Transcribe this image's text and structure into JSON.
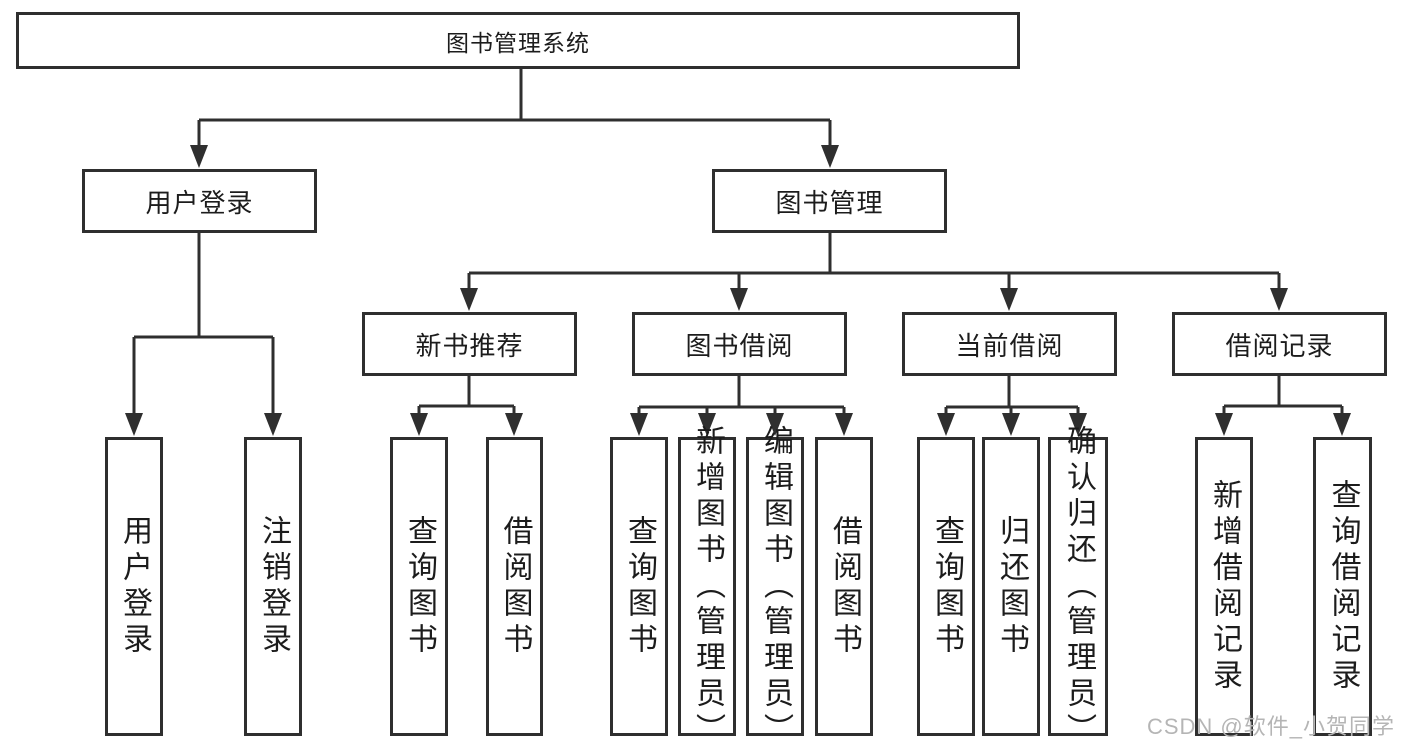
{
  "root": {
    "label": "图书管理系统"
  },
  "level2": {
    "user_login": "用户登录",
    "book_management": "图书管理"
  },
  "level3": {
    "new_book_recommend": "新书推荐",
    "book_borrow": "图书借阅",
    "current_borrow": "当前借阅",
    "borrow_records": "借阅记录"
  },
  "leaves": {
    "user_login_group": [
      "用户登录",
      "注销登录"
    ],
    "new_book_group": [
      "查询图书",
      "借阅图书"
    ],
    "book_borrow_group": [
      "查询图书",
      "新增图书（管理员）",
      "编辑图书（管理员）",
      "借阅图书"
    ],
    "current_borrow_group": [
      "查询图书",
      "归还图书",
      "确认归还（管理员）"
    ],
    "borrow_record_group": [
      "新增借阅记录",
      "查询借阅记录"
    ]
  },
  "watermark": "CSDN @软件_小贺同学",
  "colors": {
    "line": "#2f2f2f",
    "text": "#1c1c1c",
    "watermark": "#b5b5b5",
    "background": "#ffffff"
  }
}
